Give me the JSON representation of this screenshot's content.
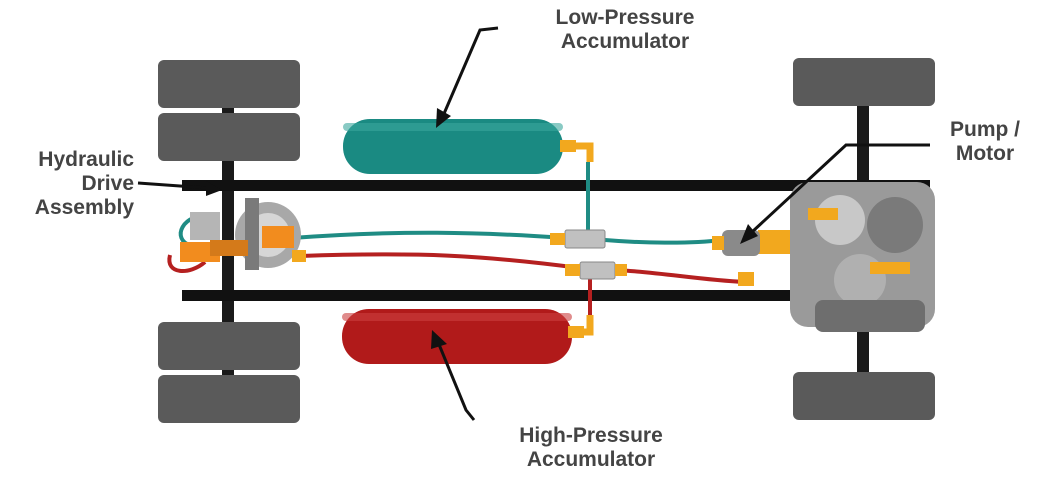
{
  "labels": {
    "low_pressure": {
      "line1": "Low-Pressure",
      "line2": "Accumulator"
    },
    "high_pressure": {
      "line1": "High-Pressure",
      "line2": "Accumulator"
    },
    "pump_motor": {
      "line1": "Pump /",
      "line2": "Motor"
    },
    "hydraulic_drive": {
      "line1": "Hydraulic",
      "line2": "Drive",
      "line3": "Assembly"
    }
  },
  "colors": {
    "tire": "#5a5a5a",
    "frame": "#111111",
    "low_pressure_accumulator": "#1a8a82",
    "high_pressure_accumulator": "#b11a1a",
    "low_pressure_line": "#1f8c84",
    "high_pressure_line": "#b52020",
    "fittings": "#f2a81e",
    "engine": "#9a9a9a",
    "label_text": "#444444"
  }
}
